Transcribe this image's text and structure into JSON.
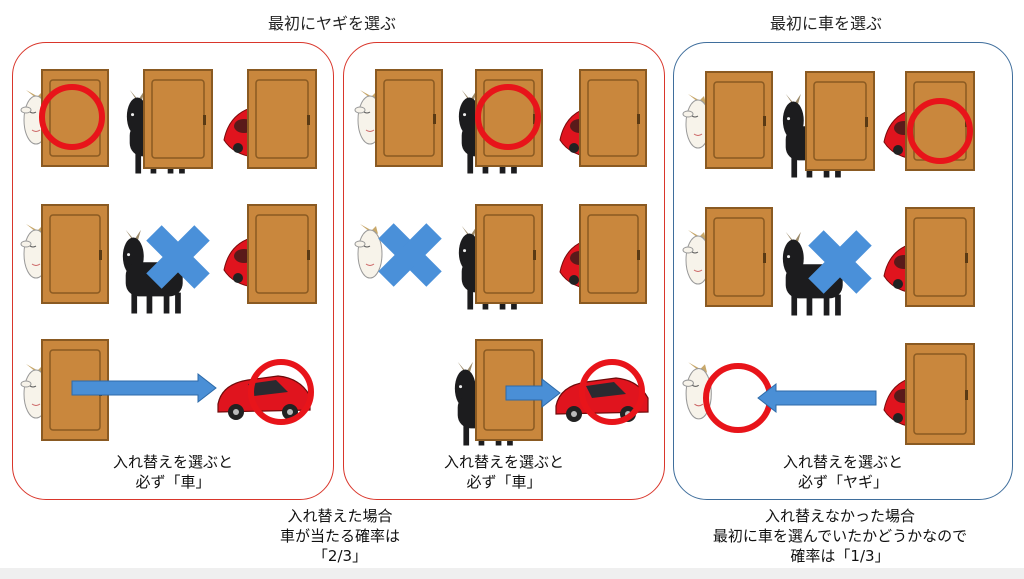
{
  "headings": {
    "goat_first": "最初にヤギを選ぶ",
    "car_first": "最初に車を選ぶ"
  },
  "panels": [
    {
      "note_line1": "入れ替えを選ぶと",
      "note_line2": "必ず「車」",
      "border_color": "#d9362b"
    },
    {
      "note_line1": "入れ替えを選ぶと",
      "note_line2": "必ず「車」",
      "border_color": "#d9362b"
    },
    {
      "note_line1": "入れ替えを選ぶと",
      "note_line2": "必ず「ヤギ」",
      "border_color": "#3f6e9c"
    }
  ],
  "conclusions": {
    "switch": {
      "line1": "入れ替えた場合",
      "line2": "車が当たる確率は",
      "line3": "「2/3」"
    },
    "stay": {
      "line1": "入れ替えなかった場合",
      "line2": "最初に車を選んでいたかどうかなので",
      "line3": "確率は「1/3」"
    }
  },
  "colors": {
    "door": "#c9873d",
    "door_edge": "#8a5a22",
    "pick_circle": "#e8141a",
    "cross": "#4a90d9",
    "arrow": "#4a8fd6",
    "car": "#e0141e",
    "goat_white": "#f7f3ea",
    "goat_black": "#1c1c1e"
  },
  "icons": [
    "door-icon",
    "goat-icon",
    "car-icon",
    "choice-circle-icon",
    "opened-cross-icon",
    "switch-arrow-icon"
  ]
}
